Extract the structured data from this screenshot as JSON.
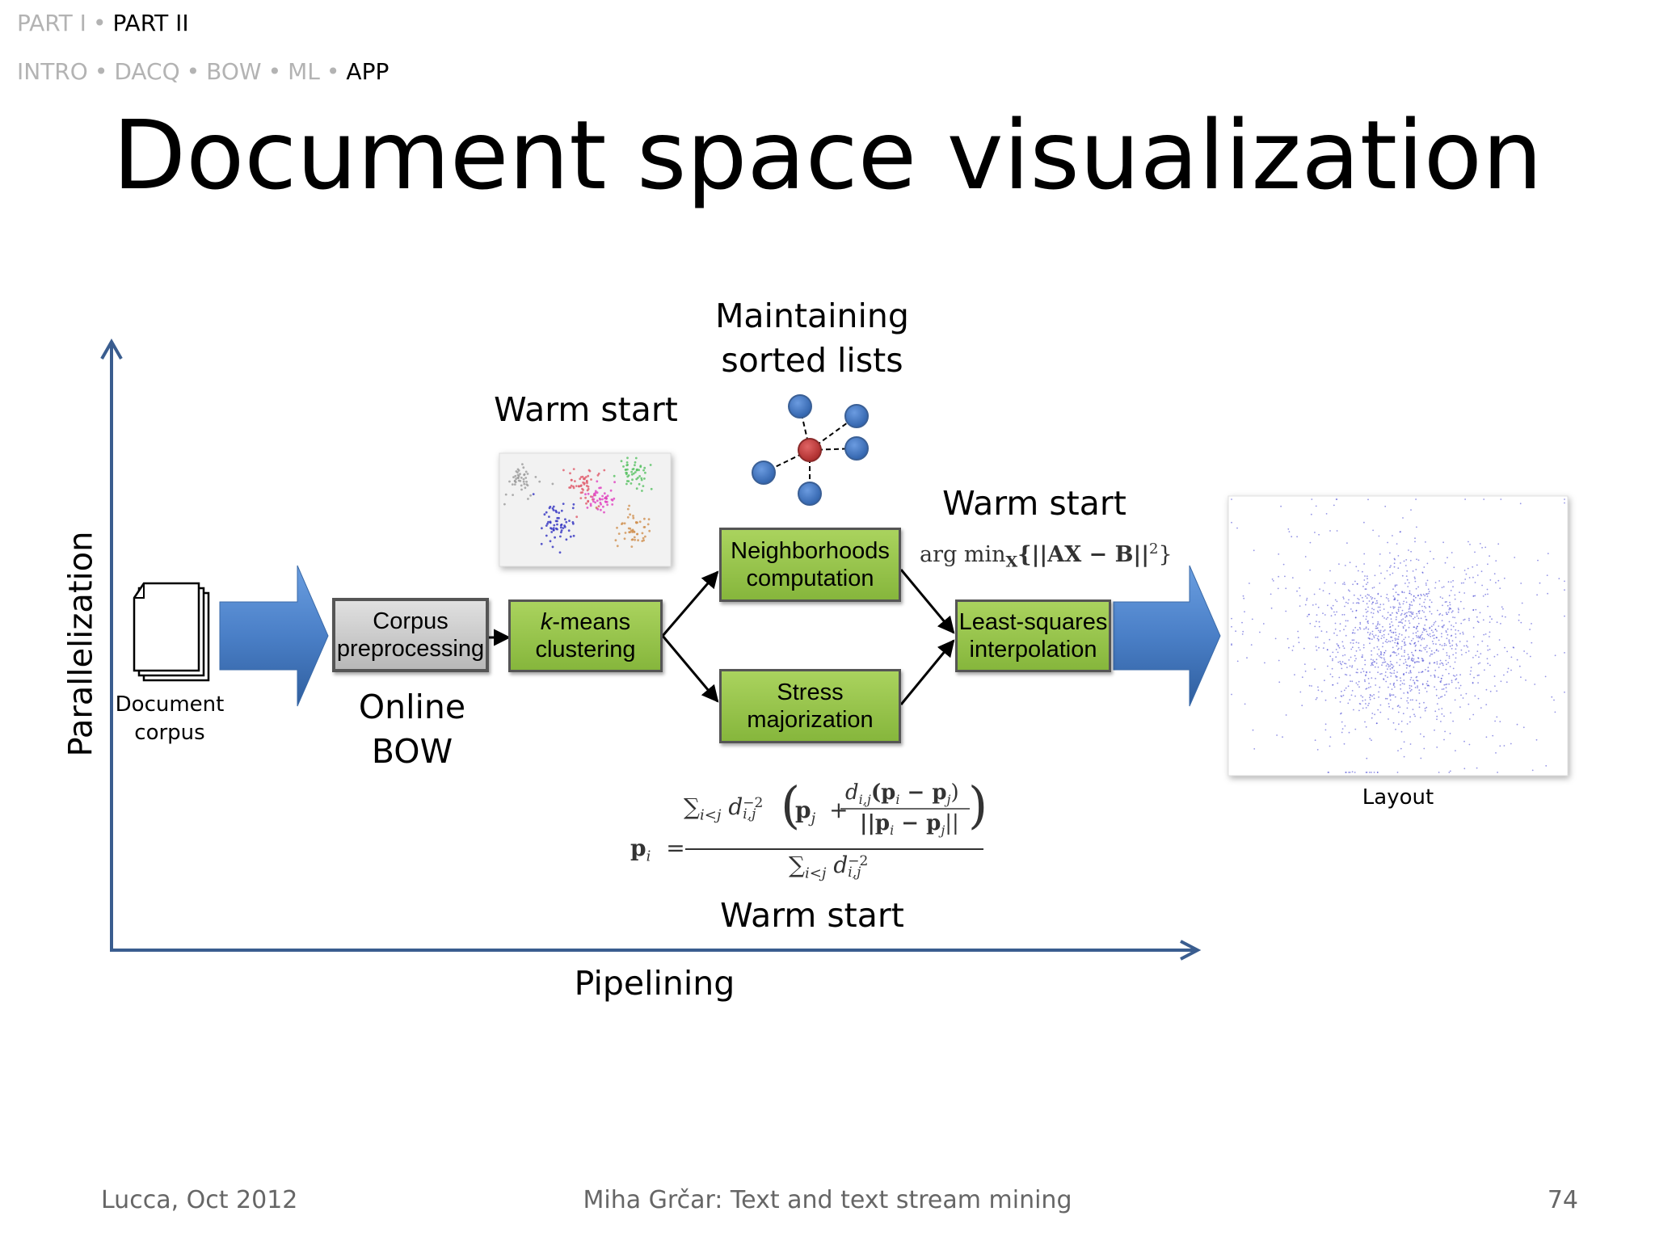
{
  "nav": {
    "parts": [
      {
        "label": "PART I",
        "active": false
      },
      {
        "label": "PART II",
        "active": true
      }
    ],
    "sections": [
      {
        "label": "INTRO",
        "active": false
      },
      {
        "label": "DACQ",
        "active": false
      },
      {
        "label": "BOW",
        "active": false
      },
      {
        "label": "ML",
        "active": false
      },
      {
        "label": "APP",
        "active": true
      }
    ],
    "separator": "•"
  },
  "slide": {
    "title": "Document space visualization"
  },
  "diagram": {
    "y_axis_label": "Parallelization",
    "x_axis_label": "Pipelining",
    "document_corpus": {
      "line1": "Document",
      "line2": "corpus"
    },
    "online_bow": {
      "line1": "Online",
      "line2": "BOW"
    },
    "boxes": {
      "corpus_preprocessing": {
        "line1": "Corpus",
        "line2": "preprocessing"
      },
      "kmeans": {
        "italic": "k",
        "rest": "-means",
        "line2": "clustering"
      },
      "neighborhoods": {
        "line1": "Neighborhoods",
        "line2": "computation"
      },
      "stress": {
        "line1": "Stress",
        "line2": "majorization"
      },
      "least_squares": {
        "line1": "Least-squares",
        "line2": "interpolation"
      }
    },
    "warm_start_kmeans": "Warm start",
    "warm_start_interpolation": "Warm start",
    "warm_start_stress": "Warm start",
    "maintaining": {
      "line1": "Maintaining",
      "line2": "sorted lists"
    },
    "layout_caption": "Layout",
    "formula_argmin": {
      "prefix": "arg min",
      "sub": "X",
      "body": "{||AX − B||",
      "sup": "2",
      "close": "}"
    },
    "formula_stress": {
      "lhs": "p",
      "lhs_sub": "i",
      "equals": "=",
      "sum_symbol": "∑",
      "sum_sub": "i<j",
      "d": "d",
      "d_sub": "i,j",
      "d_sup": "−2",
      "paren_open": "(",
      "paren_close": ")",
      "p_j": "p",
      "p_j_sub": "j",
      "plus": "+",
      "frac_num_d": "d",
      "frac_num_d_sub": "i,j",
      "frac_num_rest": "(p",
      "frac_num_i": "i",
      "frac_num_minus": " − p",
      "frac_num_j": "j",
      "frac_num_close": ")",
      "frac_den_open": "||p",
      "frac_den_i": "i",
      "frac_den_minus": " − p",
      "frac_den_j": "j",
      "frac_den_close": "||"
    },
    "colors": {
      "axis": "#3a5d8f",
      "green_box": "#9cc650",
      "blue_arrow": "#4a7fc7",
      "node_blue": "#3d73c0",
      "node_red": "#c83a3a"
    }
  },
  "footer": {
    "left": "Lucca, Oct 2012",
    "center": "Miha Grčar: Text and text stream mining",
    "page": "74"
  }
}
